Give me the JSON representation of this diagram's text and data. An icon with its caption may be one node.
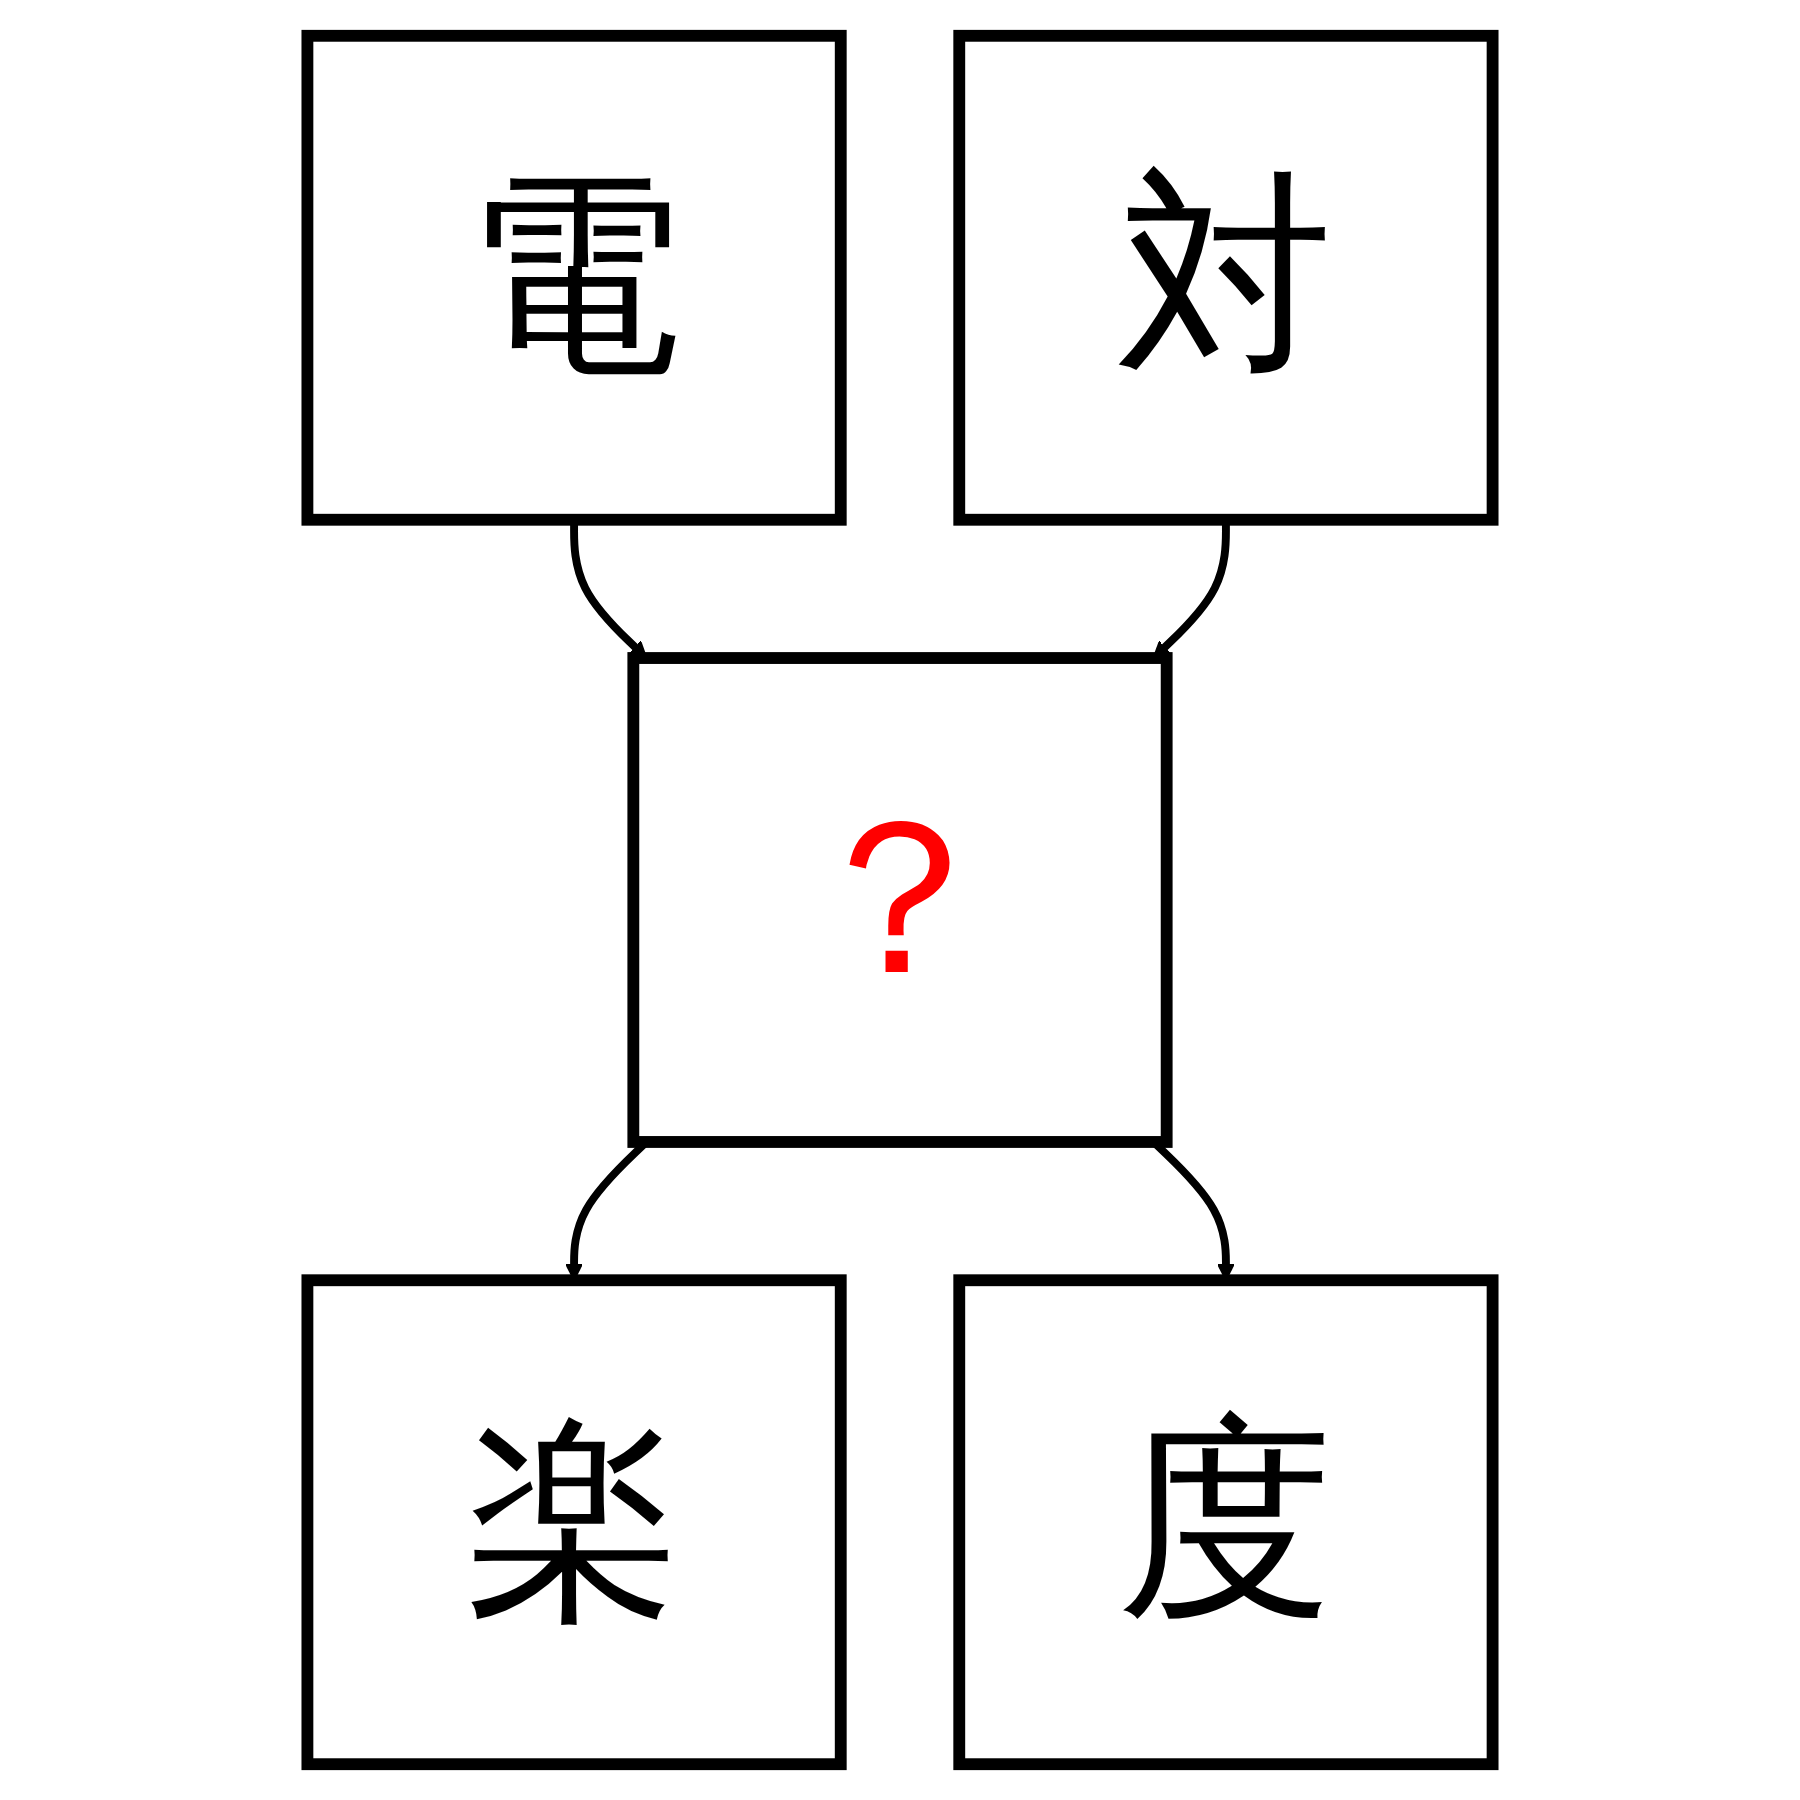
{
  "diagram": {
    "nodes": [
      {
        "text": [
          "電"
        ]
      },
      {
        "text": [
          "対"
        ]
      },
      {
        "text": [
          "？"
        ]
      },
      {
        "text": [
          "楽"
        ]
      },
      {
        "text": [
          "度"
        ]
      }
    ],
    "edges": [
      {
        "from": 0,
        "to": 2,
        "arrow": "to"
      },
      {
        "from": 1,
        "to": 2,
        "arrow": "to"
      },
      {
        "from": 2,
        "to": 3,
        "arrow": "to"
      },
      {
        "from": 2,
        "to": 4,
        "arrow": "to"
      }
    ]
  }
}
